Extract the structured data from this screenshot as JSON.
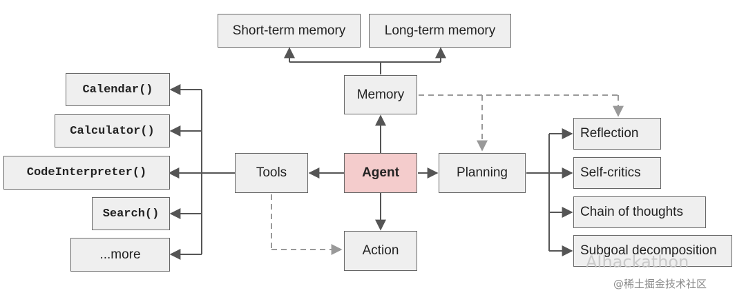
{
  "nodes": {
    "short_term_memory": "Short-term memory",
    "long_term_memory": "Long-term memory",
    "memory": "Memory",
    "agent": "Agent",
    "tools": "Tools",
    "planning": "Planning",
    "action": "Action",
    "calendar": "Calendar()",
    "calculator": "Calculator()",
    "code_interpreter": "CodeInterpreter()",
    "search": "Search()",
    "more": "...more",
    "reflection": "Reflection",
    "self_critics": "Self-critics",
    "chain_of_thoughts": "Chain of thoughts",
    "subgoal_decomposition": "Subgoal decomposition"
  },
  "watermark": {
    "primary": "AIhackathon",
    "secondary": "@稀土掘金技术社区"
  },
  "colors": {
    "box_fill": "#efefef",
    "agent_fill": "#f4cccc",
    "border": "#666666",
    "solid_line": "#555555",
    "dashed_line": "#999999"
  }
}
